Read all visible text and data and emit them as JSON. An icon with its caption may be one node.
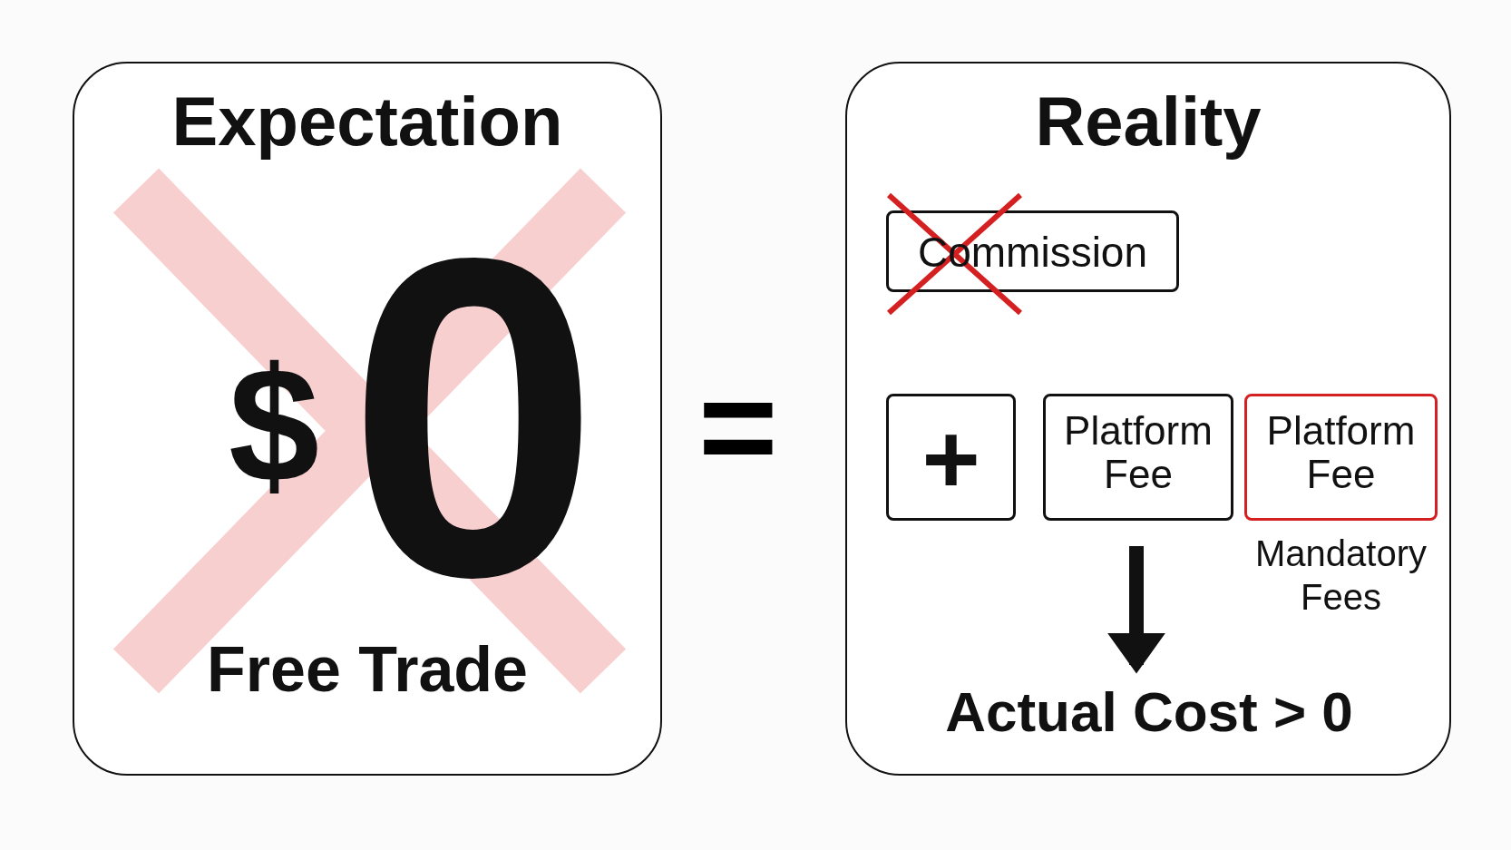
{
  "diagram": {
    "nodes": [
      {
        "text": [
          "Expectation",
          "$",
          "0",
          "Free Trade"
        ]
      },
      {
        "text": [
          "Reality"
        ]
      },
      {
        "text": [
          "Commission"
        ],
        "in": 1
      },
      {
        "text": [
          "+"
        ],
        "in": 1
      },
      {
        "text": [
          "Platform Fee"
        ],
        "in": 1
      },
      {
        "text": [
          "Platform Fee"
        ],
        "in": 1,
        "beside": [
          "Mandatory Fees"
        ]
      },
      {
        "text": [
          "Actual Cost > 0"
        ],
        "in": 1
      }
    ],
    "edges": [
      {
        "from": 4,
        "to": 6,
        "arrow": "to"
      }
    ],
    "labels": [
      "="
    ]
  }
}
